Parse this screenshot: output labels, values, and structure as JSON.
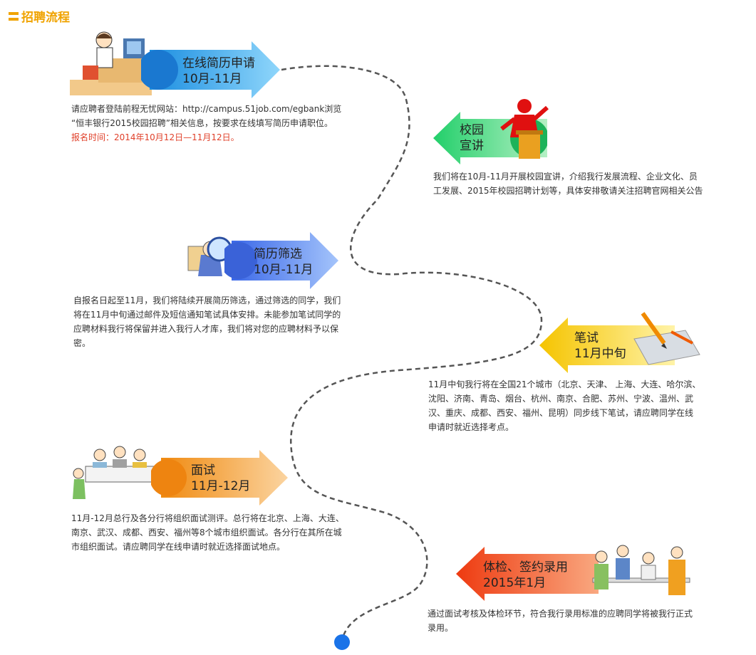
{
  "section_title": "招聘流程",
  "steps": [
    {
      "title": "在线简历申请",
      "date": "10月-11月",
      "desc_lines": [
        "请应聘者登陆前程无忧网站：http://campus.51job.com/egbank浏览",
        "“恒丰银行2015校园招聘”相关信息，按要求在线填写简历申请职位。"
      ],
      "note": "报名时间：2014年10月12日—11月12日。",
      "color": "#5cc0f0"
    },
    {
      "title": "校园",
      "date": "宣讲",
      "desc_lines": [
        "我们将在10月-11月开展校园宣讲，介绍我行发展流程、企业文化、员",
        "工发展、2015年校园招聘计划等，具体安排敬请关注招聘官网相关公告"
      ],
      "color": "#34d97a"
    },
    {
      "title": "简历筛选",
      "date": "10月-11月",
      "desc_lines": [
        "自报名日起至11月，我们将陆续开展简历筛选，通过筛选的同学，我们",
        "将在11月中旬通过邮件及短信通知笔试具体安排。未能参加笔试同学的",
        "应聘材料我行将保留并进入我行人才库，我们将对您的应聘材料予以保",
        "密。"
      ],
      "color": "#6c9df5"
    },
    {
      "title": "笔试",
      "date": "11月中旬",
      "desc_lines": [
        "11月中旬我行将在全国21个城市（北京、天津、 上海、大连、哈尔滨、",
        "沈阳、济南、青岛、烟台、杭州、南京、合肥、苏州、宁波、温州、武",
        "汉、重庆、成都、西安、福州、昆明）同步线下笔试，请应聘同学在线",
        "申请时就近选择考点。"
      ],
      "color": "#f5d000"
    },
    {
      "title": "面试",
      "date": "11月-12月",
      "desc_lines": [
        "11月-12月总行及各分行将组织面试测评。总行将在北京、上海、大连、",
        "南京、武汉、成都、西安、福州等8个城市组织面试。各分行在其所在城",
        "市组织面试。请应聘同学在线申请时就近选择面试地点。"
      ],
      "color": "#f5a030"
    },
    {
      "title": "体检、签约录用",
      "date": "2015年1月",
      "desc_lines": [
        "通过面试考核及体检环节，符合我行录用标准的应聘同学将被我行正式",
        "录用。"
      ],
      "color": "#f0441a"
    }
  ]
}
